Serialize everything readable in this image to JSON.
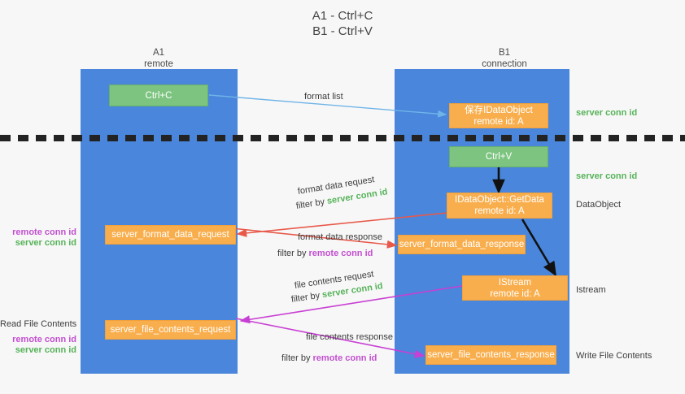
{
  "title": {
    "line1": "A1 - Ctrl+C",
    "line2": "B1 - Ctrl+V"
  },
  "lanes": [
    {
      "id": "a1",
      "name": "A1",
      "role": "remote"
    },
    {
      "id": "b1",
      "name": "B1",
      "role": "connection"
    }
  ],
  "colors": {
    "lane": "#4a86db",
    "green_node": "#7cc47f",
    "orange_node": "#f9ae4d",
    "server_conn_id": "#56b359",
    "remote_conn_id": "#c24fd0",
    "format_list_arrow": "#6fb4e8",
    "format_data_arrow": "#e8594a",
    "file_contents_arrow": "#c83fd4",
    "internal_arrow": "#111111",
    "divider": "#232323",
    "background": "#f7f7f7"
  },
  "nodes": {
    "ctrl_c": {
      "label": "Ctrl+C"
    },
    "save_idataobject": {
      "line1": "保存IDataObject",
      "line2": "remote id: A"
    },
    "ctrl_v": {
      "label": "Ctrl+V"
    },
    "getdata": {
      "line1": "IDataObject::GetData",
      "line2": "remote id: A"
    },
    "server_format_data_request": {
      "label": "server_format_data_request"
    },
    "server_format_data_response": {
      "label": "server_format_data_response"
    },
    "istream": {
      "line1": "IStream",
      "line2": "remote id: A"
    },
    "server_file_contents_request": {
      "label": "server_file_contents_request"
    },
    "server_file_contents_response": {
      "label": "server_file_contents_response"
    }
  },
  "edge_labels": {
    "format_list": "format list",
    "format_data_request": "format data request",
    "format_data_request_filter_prefix": "filter by ",
    "format_data_request_filter_key": "server conn id",
    "format_data_response": "format data response",
    "format_data_response_filter_prefix": "filter by ",
    "format_data_response_filter_key": "remote conn id",
    "file_contents_request": "file contents request",
    "file_contents_request_filter_prefix": "filter by ",
    "file_contents_request_filter_key": "server conn id",
    "file_contents_response": "file contents response",
    "file_contents_response_filter_prefix": "filter by ",
    "file_contents_response_filter_key": "remote conn id"
  },
  "side_labels": {
    "left_mid_remote": "remote conn id",
    "left_mid_server": "server conn id",
    "left_read_file_contents": "Read File Contents",
    "left_low_remote": "remote conn id",
    "left_low_server": "server conn id",
    "right_server_conn_id_top": "server conn id",
    "right_server_conn_id_second": "server conn id",
    "right_dataobject": "DataObject",
    "right_istream": "Istream",
    "right_write_file_contents": "Write File Contents"
  }
}
